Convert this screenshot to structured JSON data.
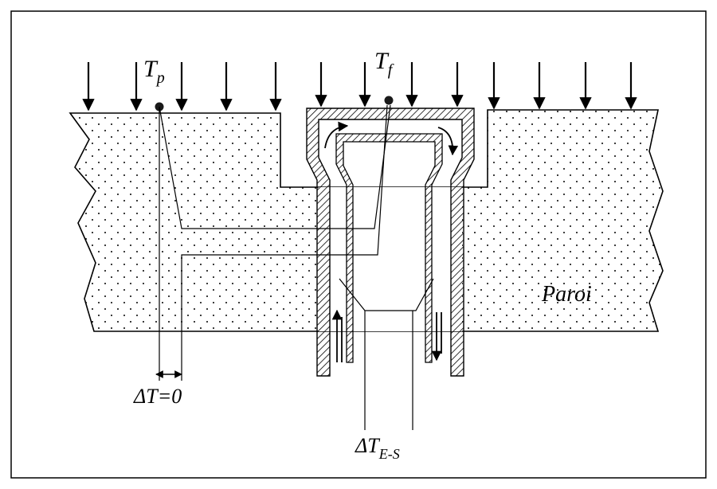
{
  "labels": {
    "tp_main": "T",
    "tp_sub": "p",
    "tf_main": "T",
    "tf_sub": "f",
    "paroi": "Paroi",
    "delta_t_zero": "ΔT=0",
    "delta_t_es_main": "ΔT",
    "delta_t_es_sub": "E-S"
  },
  "colors": {
    "ink": "#000000",
    "paper": "#ffffff",
    "hatch": "#000000",
    "sensor_dot": "#1a1a1a"
  },
  "icons": {
    "incident_flux": "down-arrow-icon",
    "flow_in": "up-arrow-icon",
    "flow_out": "down-arrow-icon",
    "circulation": "curved-arrow-icon"
  }
}
